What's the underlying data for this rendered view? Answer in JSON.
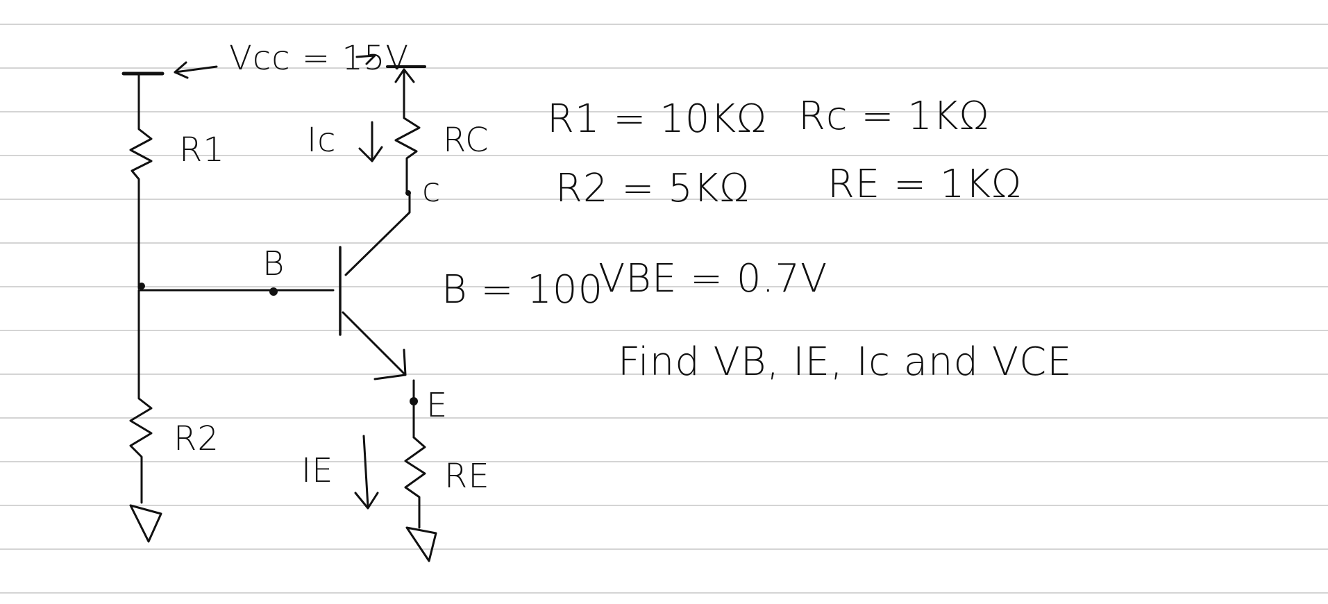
{
  "supply": {
    "label": "Vcc = 15V"
  },
  "circuit": {
    "r1": "R1",
    "r2": "R2",
    "rc": "RC",
    "re": "RE",
    "node_b": "B",
    "node_c": "c",
    "node_e": "E",
    "ic": "Ic",
    "ie": "IE"
  },
  "given": {
    "r1": "R1 = 10KΩ",
    "rc": "Rc = 1KΩ",
    "r2": "R2 = 5KΩ",
    "re": "RE = 1KΩ",
    "beta": "B = 100",
    "vbe": "VBE = 0.7V"
  },
  "task": "Find VB, IE, Ic and VCE"
}
